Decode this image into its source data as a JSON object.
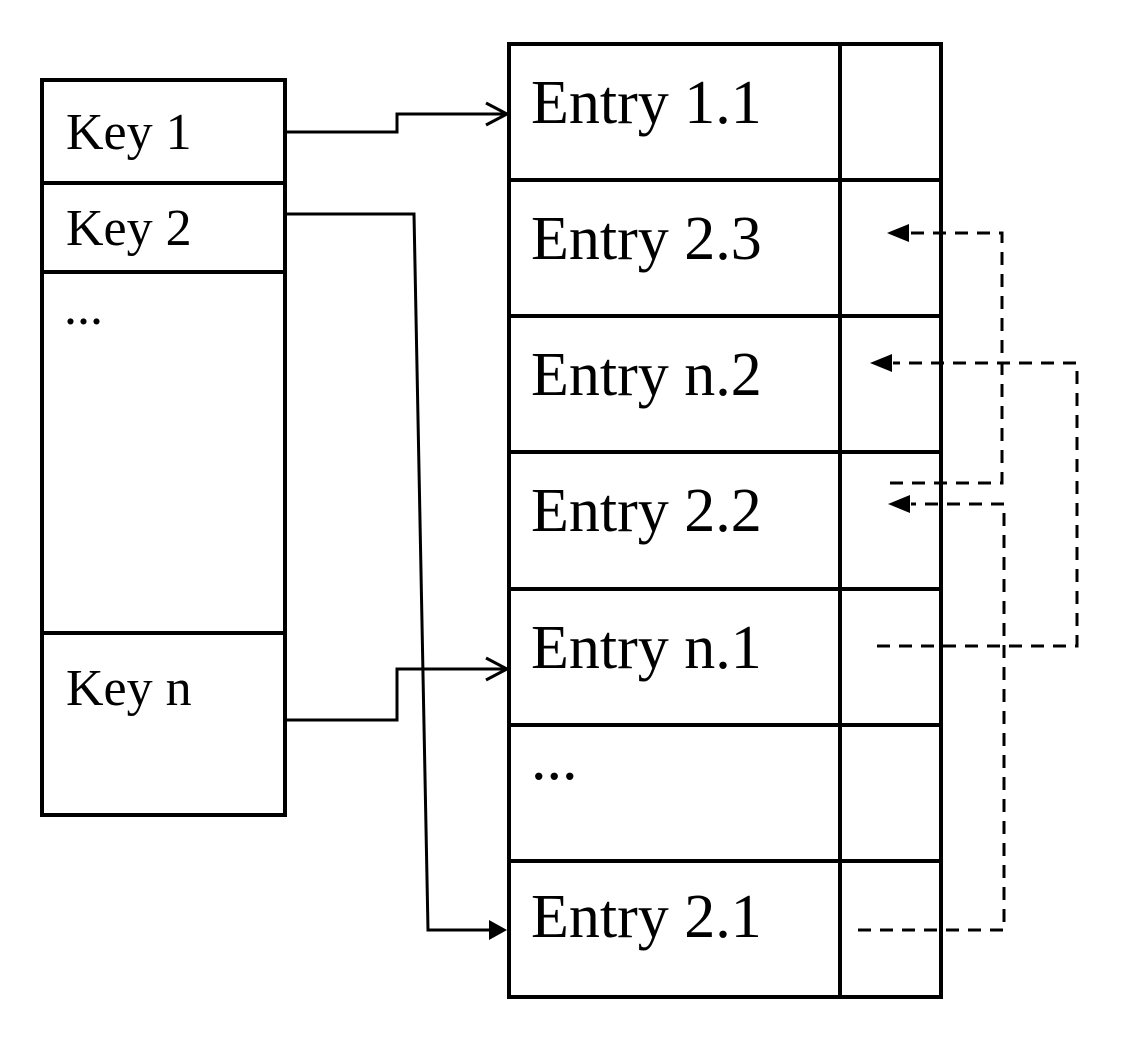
{
  "diagram": {
    "background_color": "#ffffff",
    "line_color": "#000000",
    "key_table": {
      "rows": [
        {
          "label": "Key 1"
        },
        {
          "label": "Key 2"
        },
        {
          "label": "..."
        },
        {
          "label": "Key n"
        }
      ]
    },
    "entry_table": {
      "rows": [
        {
          "label": "Entry 1.1"
        },
        {
          "label": "Entry 2.3"
        },
        {
          "label": "Entry n.2"
        },
        {
          "label": "Entry 2.2"
        },
        {
          "label": "Entry n.1"
        },
        {
          "label": "..."
        },
        {
          "label": "Entry 2.1"
        }
      ]
    }
  }
}
